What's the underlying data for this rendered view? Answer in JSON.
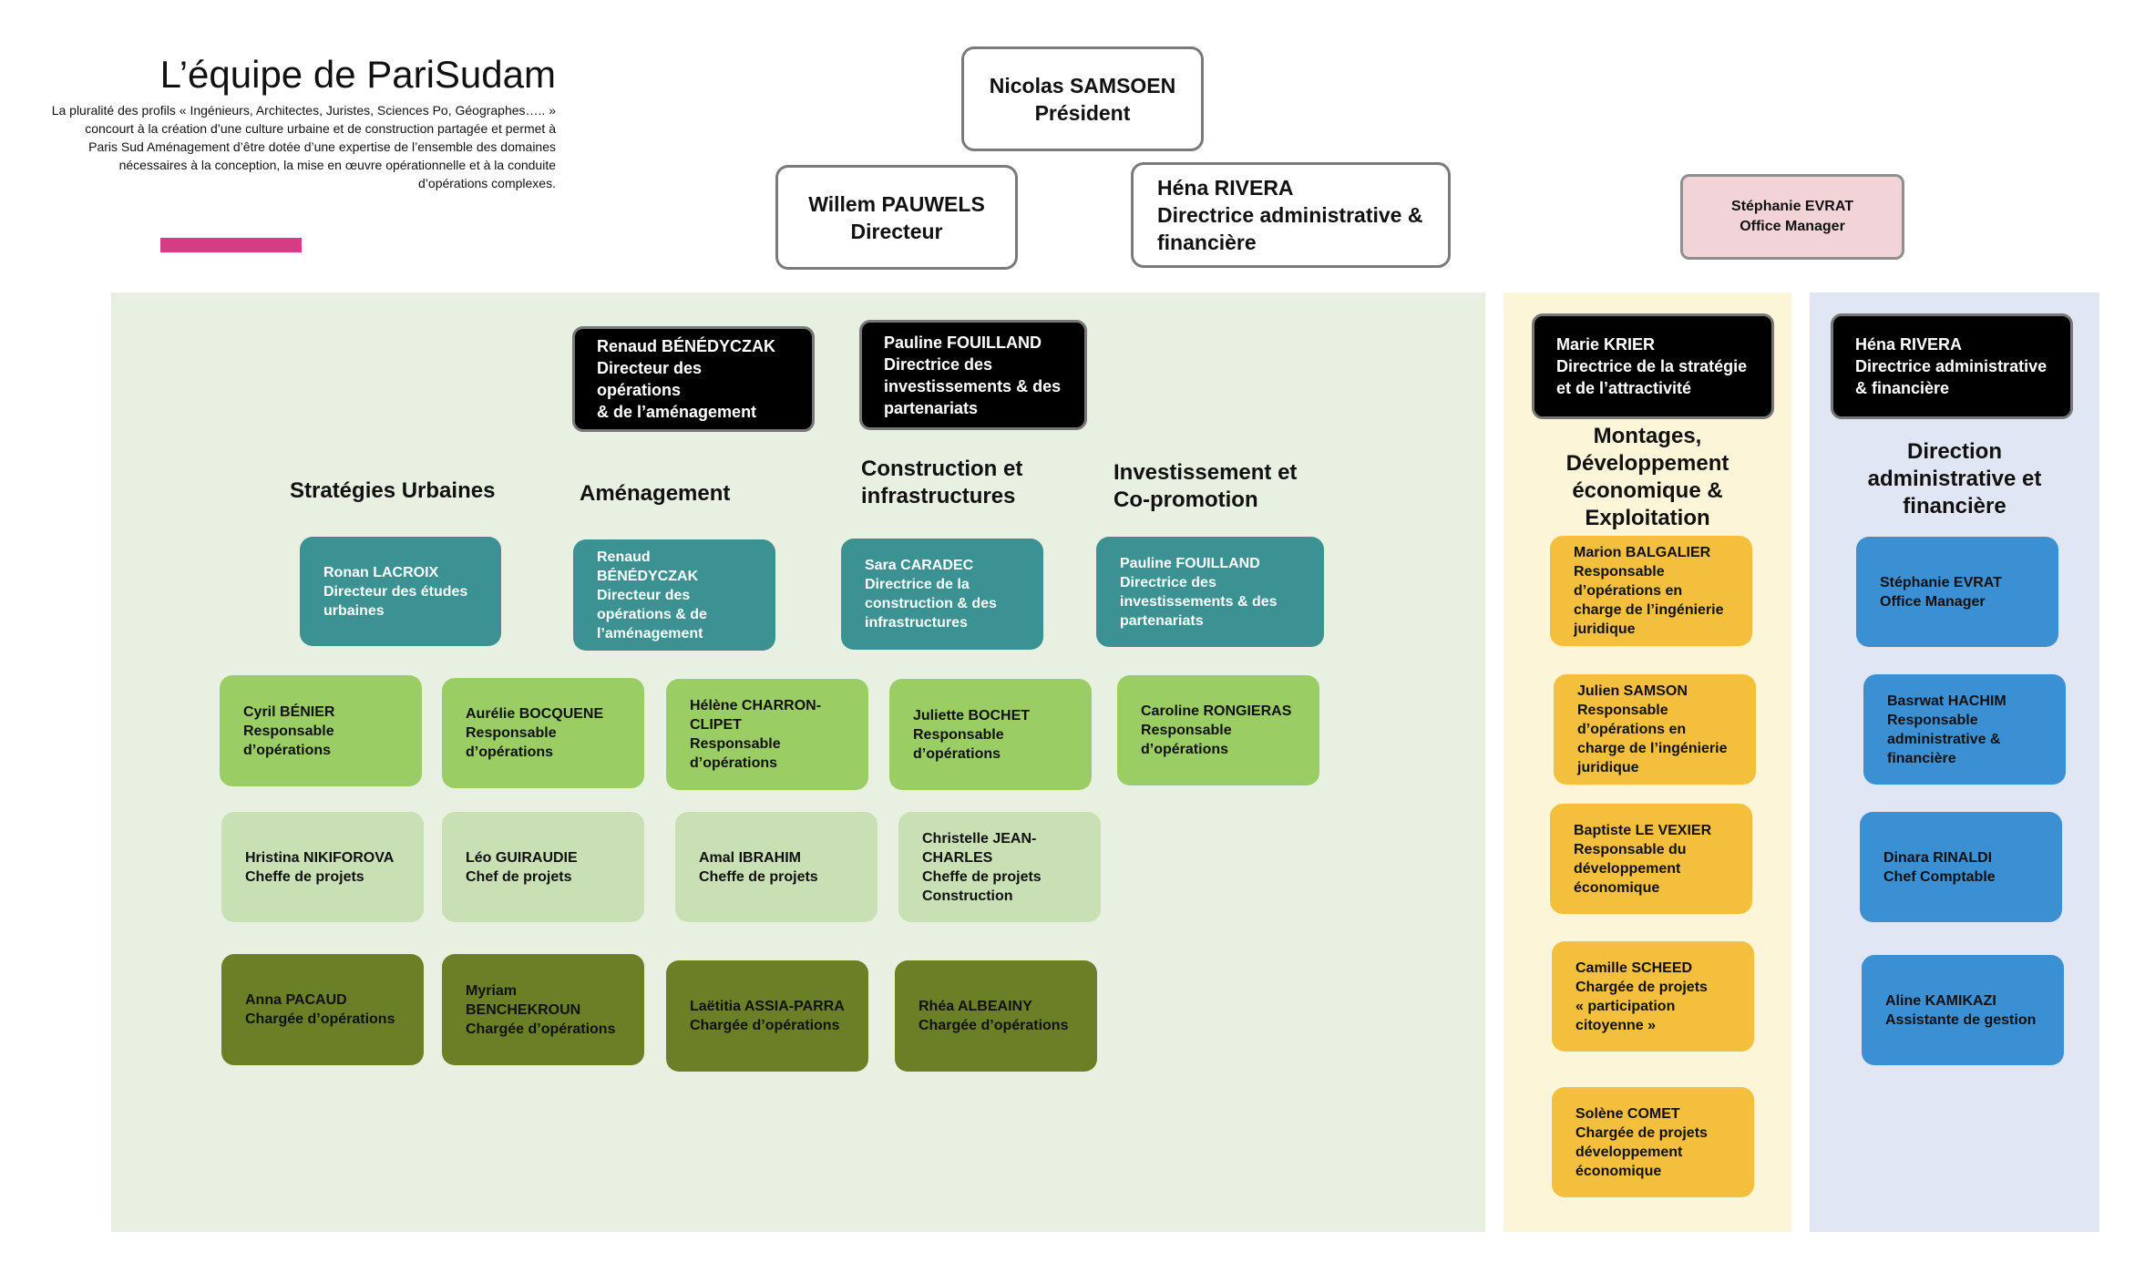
{
  "header": {
    "title": "L’équipe de PariSudam",
    "intro": [
      "La pluralité des profils «  Ingénieurs, Architectes, Juristes, Sciences Po, Géographes….. »",
      "concourt à la création d’une culture urbaine et de construction partagée et permet à",
      "Paris Sud Aménagement d’être dotée d’une expertise de l’ensemble des domaines",
      "nécessaires à la conception, la mise en œuvre opérationnelle et à la conduite",
      "d’opérations complexes."
    ]
  },
  "leadership": {
    "president": [
      "Nicolas SAMSOEN",
      "Président"
    ],
    "director": [
      "Willem PAUWELS",
      "Directeur"
    ],
    "admin_director": [
      "Héna RIVERA",
      "Directrice administrative &",
      "financière"
    ],
    "office_manager": [
      "Stéphanie EVRAT",
      "Office Manager"
    ]
  },
  "green_section": {
    "heads": [
      [
        "Renaud BÉNÉDYCZAK",
        "Directeur des opérations",
        "& de l’aménagement"
      ],
      [
        "Pauline FOUILLAND",
        "Directrice des",
        "investissements & des",
        "partenariats"
      ]
    ],
    "columns": [
      {
        "title": [
          "Stratégies Urbaines"
        ],
        "lead": [
          "Ronan LACROIX",
          "Directeur des études",
          "urbaines"
        ],
        "manager": [
          "Cyril BÉNIER",
          "Responsable",
          "d’opérations"
        ],
        "project": [
          "Hristina NIKIFOROVA",
          "Cheffe de projets"
        ],
        "officer": [
          "Anna PACAUD",
          "Chargée d’opérations"
        ]
      },
      {
        "title": [
          "Aménagement"
        ],
        "lead": [
          "Renaud BÉNÉDYCZAK",
          "Directeur des",
          "opérations & de",
          "l’aménagement"
        ],
        "manager": [
          "Aurélie BOCQUENE",
          "Responsable",
          "d’opérations"
        ],
        "project": [
          "Léo GUIRAUDIE",
          "Chef de projets"
        ],
        "officer": [
          "Myriam",
          "BENCHEKROUN",
          "Chargée d’opérations"
        ]
      },
      {
        "title": [
          "Construction et",
          "infrastructures"
        ],
        "lead": [
          "Sara CARADEC",
          "Directrice de la",
          "construction & des",
          "infrastructures"
        ],
        "manager": [
          "Hélène CHARRON-",
          "CLIPET",
          "Responsable",
          "d’opérations"
        ],
        "project": [
          "Amal IBRAHIM",
          "Cheffe de projets"
        ],
        "officer": [
          "Laëtitia ASSIA-PARRA",
          "Chargée d’opérations"
        ]
      },
      {
        "title": [
          "Investissement et",
          "Co-promotion"
        ],
        "lead": [
          "Pauline FOUILLAND",
          "Directrice des",
          "investissements & des",
          "partenariats"
        ],
        "manager": [
          "Juliette BOCHET",
          "Responsable",
          "d’opérations"
        ],
        "project": [
          "Christelle JEAN-",
          "CHARLES",
          "Cheffe de projets",
          "Construction"
        ],
        "officer": [
          "Rhéa ALBEAINY",
          "Chargée d’opérations"
        ]
      }
    ],
    "extra_manager": [
      "Caroline RONGIERAS",
      "Responsable",
      "d’opérations"
    ]
  },
  "yellow_section": {
    "head": [
      "Marie KRIER",
      "Directrice de la stratégie",
      "et de l’attractivité"
    ],
    "title": [
      "Montages,",
      "Développement",
      "économique &",
      "Exploitation"
    ],
    "cards": [
      [
        "Marion BALGALIER",
        "Responsable",
        "d’opérations en",
        "charge de l’ingénierie",
        "juridique"
      ],
      [
        "Julien SAMSON",
        "Responsable",
        "d’opérations en",
        "charge de l’ingénierie",
        "juridique"
      ],
      [
        "Baptiste LE VEXIER",
        "Responsable  du",
        "développement",
        "économique"
      ],
      [
        "Camille SCHEED",
        "Chargée de projets",
        "« participation",
        "citoyenne »"
      ],
      [
        "Solène COMET",
        "Chargée de projets",
        "développement",
        "économique"
      ]
    ]
  },
  "blue_section": {
    "head": [
      "Héna RIVERA",
      "Directrice administrative",
      "& financière"
    ],
    "title": [
      "Direction",
      "administrative et",
      "financière"
    ],
    "cards": [
      [
        "Stéphanie EVRAT",
        "Office Manager"
      ],
      [
        "Basrwat HACHIM",
        "Responsable",
        "administrative &",
        "financière"
      ],
      [
        "Dinara RINALDI",
        "Chef Comptable"
      ],
      [
        "Aline KAMIKAZI",
        "Assistante de gestion"
      ]
    ]
  },
  "colors": {
    "accent_pink": "#d63c84",
    "panel_green": "#e8f0e2",
    "panel_yellow": "#fdf5d7",
    "panel_blue": "#e0e6f3",
    "teal": "#3c9193",
    "light_green": "#9ace65",
    "pale_green": "#c8e0b4",
    "dark_green": "#6b7f26",
    "yellow": "#f4bf3c",
    "blue": "#3b90d4"
  }
}
